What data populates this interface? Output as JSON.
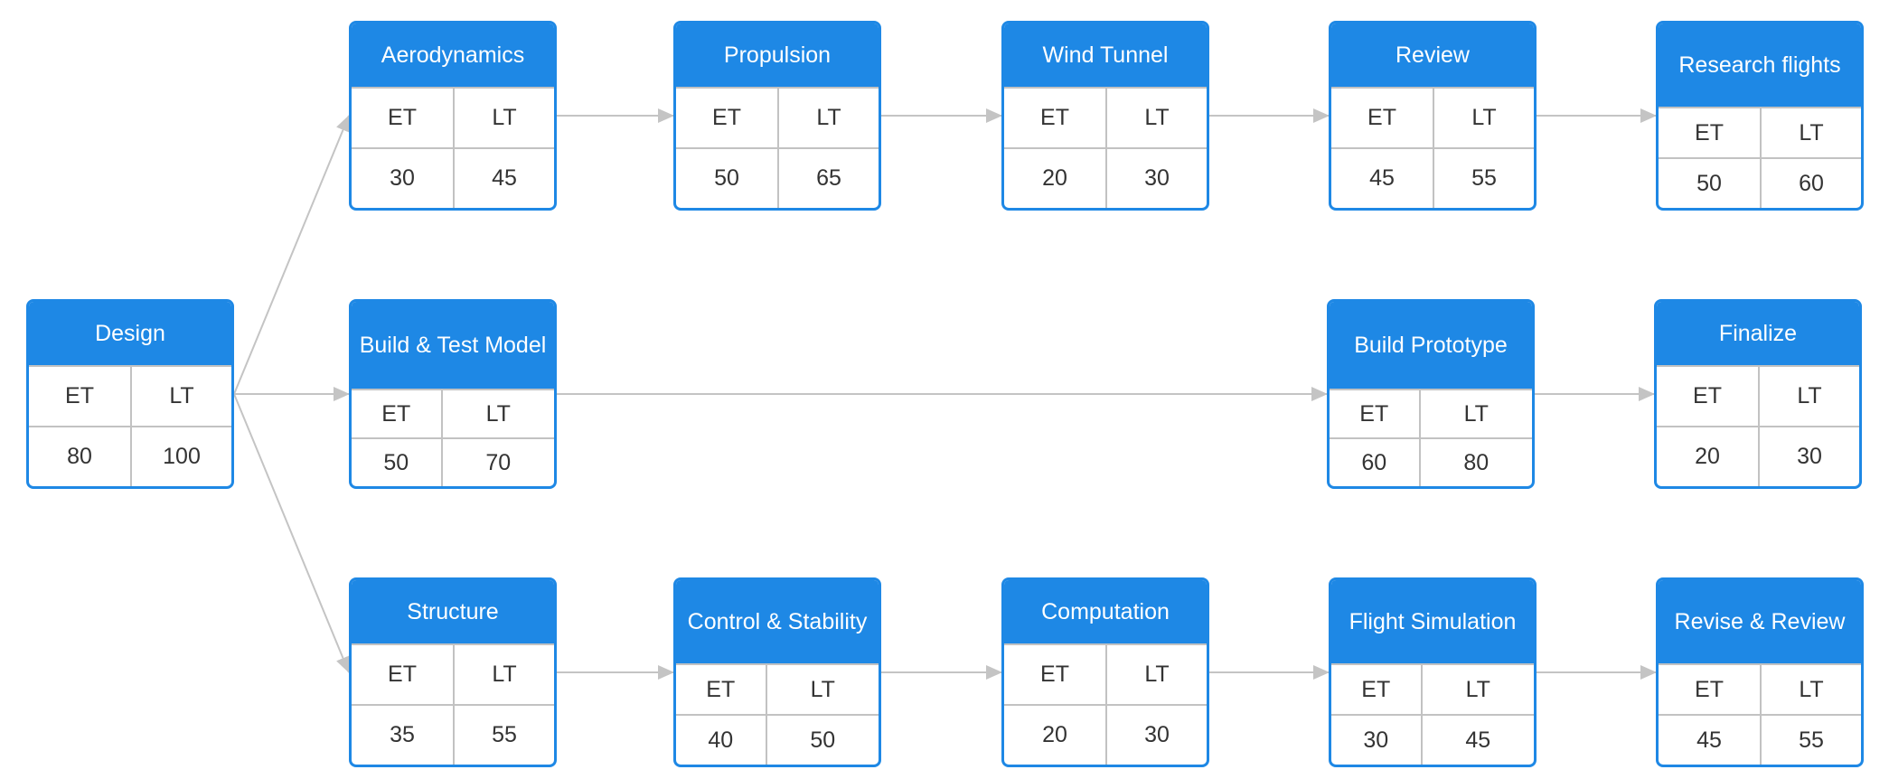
{
  "column_labels": {
    "et": "ET",
    "lt": "LT"
  },
  "colors": {
    "header": "#1e88e5",
    "border": "#1e88e5",
    "edge": "#c4c4c4",
    "grid": "#c2c2c2"
  },
  "nodes": {
    "design": {
      "title": "Design",
      "et": "80",
      "lt": "100"
    },
    "aerodynamics": {
      "title": "Aerodynamics",
      "et": "30",
      "lt": "45"
    },
    "propulsion": {
      "title": "Propulsion",
      "et": "50",
      "lt": "65"
    },
    "wind_tunnel": {
      "title": "Wind Tunnel",
      "et": "20",
      "lt": "30"
    },
    "review": {
      "title": "Review",
      "et": "45",
      "lt": "55"
    },
    "research_flights": {
      "title": "Research flights",
      "et": "50",
      "lt": "60"
    },
    "build_test_model": {
      "title": "Build & Test Model",
      "et": "50",
      "lt": "70"
    },
    "build_prototype": {
      "title": "Build Prototype",
      "et": "60",
      "lt": "80"
    },
    "finalize": {
      "title": "Finalize",
      "et": "20",
      "lt": "30"
    },
    "structure": {
      "title": "Structure",
      "et": "35",
      "lt": "55"
    },
    "control_stability": {
      "title": "Control & Stability",
      "et": "40",
      "lt": "50"
    },
    "computation": {
      "title": "Computation",
      "et": "20",
      "lt": "30"
    },
    "flight_simulation": {
      "title": "Flight Simulation",
      "et": "30",
      "lt": "45"
    },
    "revise_review": {
      "title": "Revise & Review",
      "et": "45",
      "lt": "55"
    }
  },
  "edges": [
    {
      "from": "design",
      "to": "aerodynamics"
    },
    {
      "from": "design",
      "to": "build_test_model"
    },
    {
      "from": "design",
      "to": "structure"
    },
    {
      "from": "aerodynamics",
      "to": "propulsion"
    },
    {
      "from": "propulsion",
      "to": "wind_tunnel"
    },
    {
      "from": "wind_tunnel",
      "to": "review"
    },
    {
      "from": "review",
      "to": "research_flights"
    },
    {
      "from": "build_test_model",
      "to": "build_prototype"
    },
    {
      "from": "build_prototype",
      "to": "finalize"
    },
    {
      "from": "structure",
      "to": "control_stability"
    },
    {
      "from": "control_stability",
      "to": "computation"
    },
    {
      "from": "computation",
      "to": "flight_simulation"
    },
    {
      "from": "flight_simulation",
      "to": "revise_review"
    }
  ]
}
